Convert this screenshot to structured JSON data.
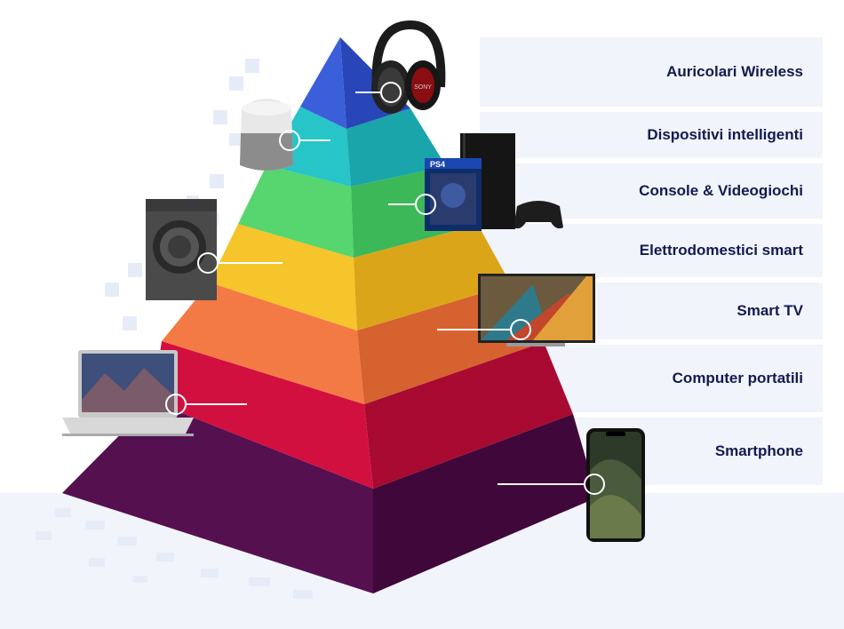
{
  "levels": [
    {
      "label": "Auricolari Wireless",
      "product_icon": "headphones-icon",
      "color": "#3a5fd8"
    },
    {
      "label": "Dispositivi intelligenti",
      "product_icon": "smart-speaker-icon",
      "color": "#25c3c7"
    },
    {
      "label": "Console & Videogiochi",
      "product_icon": "game-console-icon",
      "color": "#4fd36a"
    },
    {
      "label": "Elettrodomestici smart",
      "product_icon": "washing-machine-icon",
      "color": "#f7c52b"
    },
    {
      "label": "Smart TV",
      "product_icon": "smart-tv-icon",
      "color": "#f57a45"
    },
    {
      "label": "Computer portatili",
      "product_icon": "laptop-icon",
      "color": "#d0103f"
    },
    {
      "label": "Smartphone",
      "product_icon": "smartphone-icon",
      "color": "#4e0a4a"
    }
  ],
  "product_texts": {
    "headphones_brand": "SONY",
    "game_box": "PS4"
  }
}
